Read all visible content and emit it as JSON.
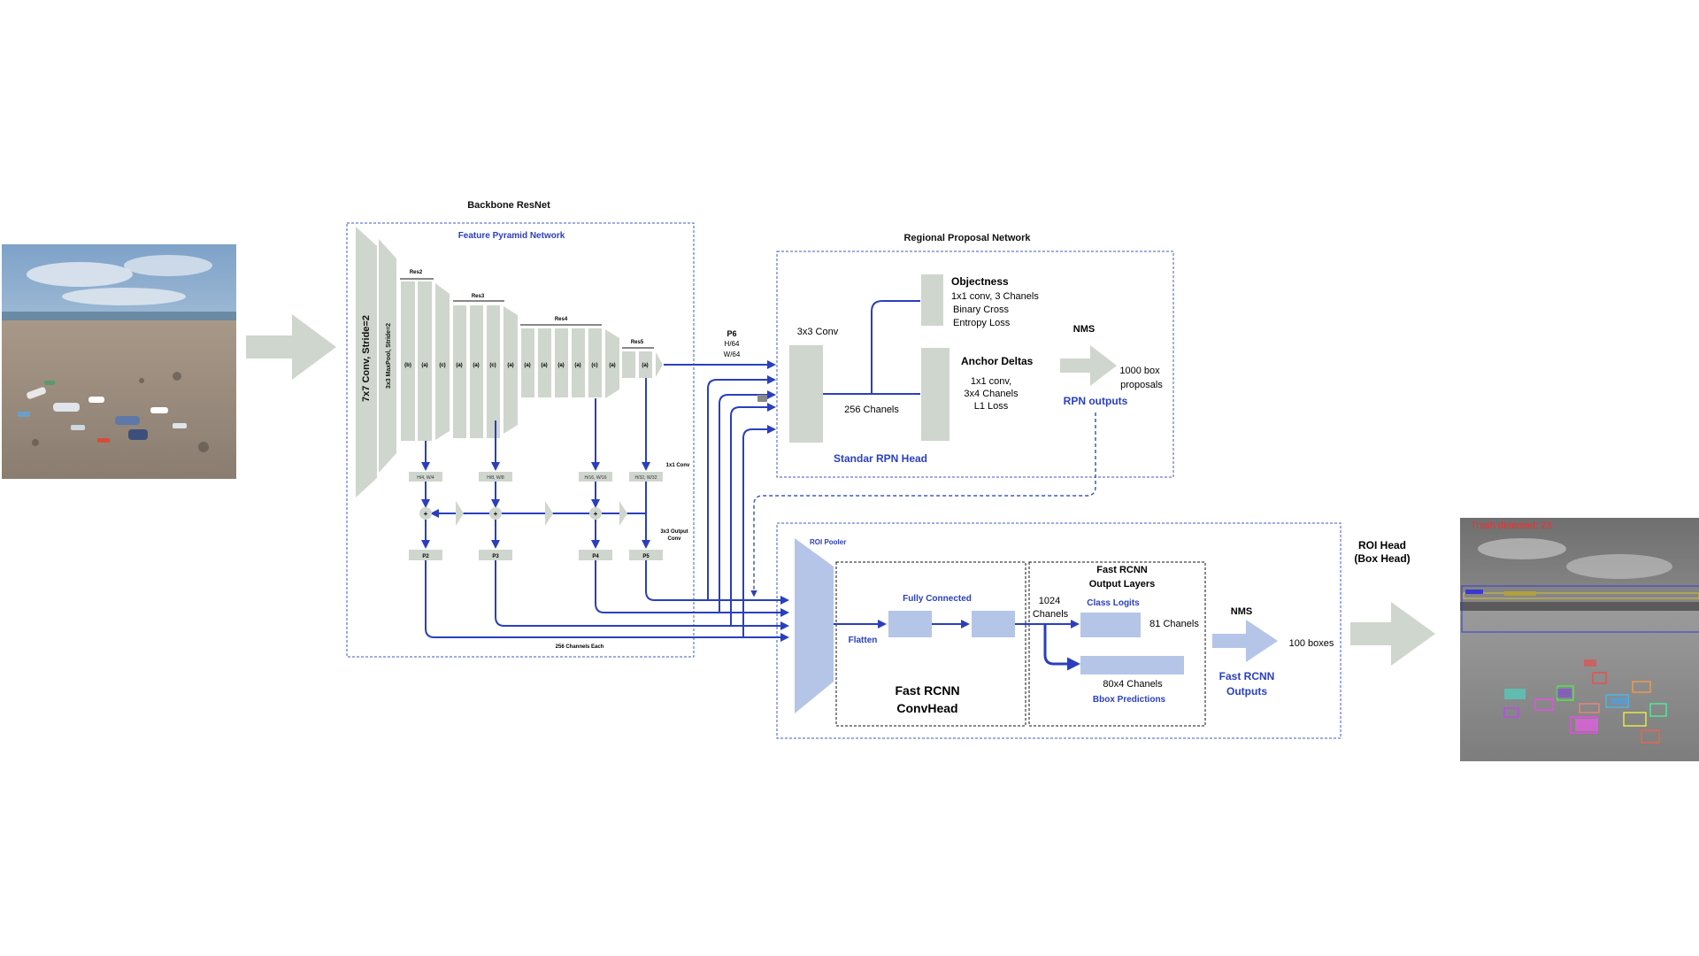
{
  "colors": {
    "accent_blue": "#2a3fbf",
    "box_fill": "#cfd6cd",
    "pale_blue": "#b4c5e8",
    "arrow_gray": "#cfd6cd",
    "dashed": "#3f58c7",
    "text": "#111111",
    "trash_label": "#ff2a2a"
  },
  "images": {
    "input": "beach-photo-with-trash",
    "output": "grayscale-beach-with-detection-boxes"
  },
  "backbone": {
    "title": "Backbone ResNet",
    "fpn_title": "Feature Pyramid Network",
    "conv7": "7x7 Conv, Stride=2",
    "maxpool": "3x3 MaxPool, Stride=2",
    "res2": "Res2",
    "res3": "Res3",
    "res4": "Res4",
    "res5": "Res5",
    "blocks": [
      "(b)",
      "(a)",
      "(c)",
      "(a)",
      "(a)",
      "(c)",
      "(a)",
      "(a)",
      "(a)",
      "(a)",
      "(a)",
      "(c)",
      "(a)",
      "(a)"
    ],
    "lat1": "H/4, W/4",
    "lat2": "H/8, W/8",
    "lat3": "H/16, W/16",
    "lat4": "H/32, W/32",
    "conv1x1": "1x1 Conv",
    "out3x3_line1": "3x3 Output",
    "out3x3_line2": "Conv",
    "p2": "P2",
    "p3": "P3",
    "p4": "P4",
    "p5": "P5",
    "plus": "+",
    "channels_each": "256 Channels Each",
    "p6": "P6",
    "p6_h": "H/64",
    "p6_w": "W/64"
  },
  "rpn": {
    "title": "Regional Proposal Network",
    "conv3x3": "3x3 Conv",
    "channels": "256 Chanels",
    "head": "Standar RPN Head",
    "objectness": "Objectness",
    "obj_l1": "1x1 conv, 3 Chanels",
    "obj_l2": "Binary Cross",
    "obj_l3": "Entropy Loss",
    "anchor": "Anchor Deltas",
    "anc_l1": "1x1 conv,",
    "anc_l2": "3x4  Chanels",
    "anc_l3": "L1 Loss",
    "nms": "NMS",
    "prop_l1": "1000 box",
    "prop_l2": "proposals",
    "outputs": "RPN outputs"
  },
  "roi": {
    "pooler": "ROI Pooler",
    "fc": "Fully Connected",
    "flatten": "Flatten",
    "convhead_l1": "Fast RCNN",
    "convhead_l2": "ConvHead",
    "out_layers_l1": "Fast RCNN",
    "out_layers_l2": "Output Layers",
    "ch1024_l1": "1024",
    "ch1024_l2": "Chanels",
    "class_logits": "Class Logits",
    "ch81": "81 Chanels",
    "ch80x4": "80x4 Chanels",
    "bbox": "Bbox Predictions",
    "nms": "NMS",
    "boxes": "100 boxes",
    "outputs_l1": "Fast RCNN",
    "outputs_l2": "Outputs",
    "head_l1": "ROI Head",
    "head_l2": "(Box Head)"
  },
  "result": {
    "trash": "Trash detected: 23"
  }
}
